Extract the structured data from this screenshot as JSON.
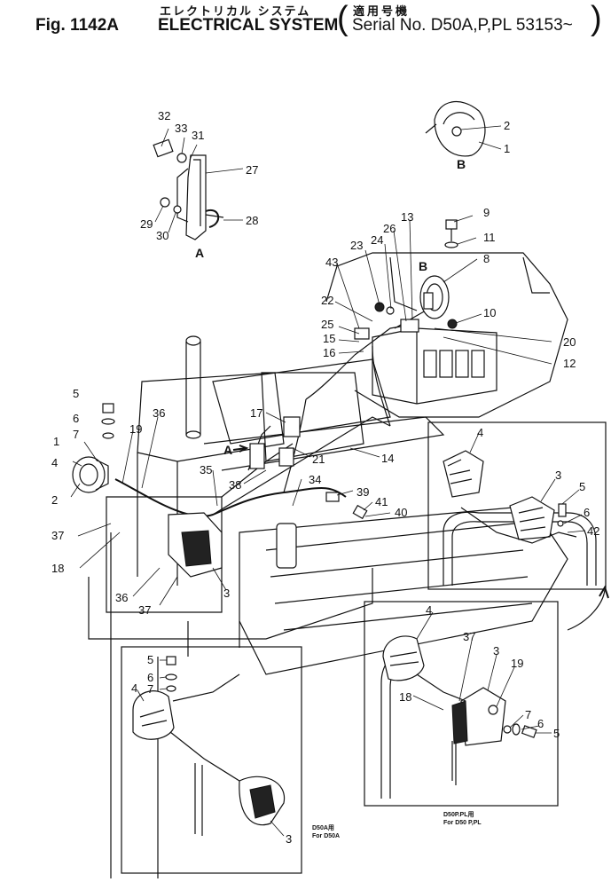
{
  "header": {
    "fig_no": "Fig. 1142A",
    "title_jp": "エレクトリカル システム",
    "title_en": "ELECTRICAL SYSTEM",
    "serial_jp": "適用号機",
    "serial_en": "Serial No. D50A,P,PL 53153~",
    "paren_open": "(",
    "paren_close": ")"
  },
  "views": {
    "a": "A",
    "b": "B"
  },
  "callouts": {
    "c1": "1",
    "c2": "2",
    "c3": "3",
    "c4": "4",
    "c5": "5",
    "c6": "6",
    "c7": "7",
    "c8": "8",
    "c9": "9",
    "c10": "10",
    "c11": "11",
    "c12": "12",
    "c13": "13",
    "c14": "14",
    "c15": "15",
    "c16": "16",
    "c17": "17",
    "c18": "18",
    "c19": "19",
    "c20": "20",
    "c21": "21",
    "c22": "22",
    "c23": "23",
    "c24": "24",
    "c25": "25",
    "c26": "26",
    "c27": "27",
    "c28": "28",
    "c29": "29",
    "c30": "30",
    "c31": "31",
    "c32": "32",
    "c33": "33",
    "c34": "34",
    "c35": "35",
    "c36": "36",
    "c37": "37",
    "c38": "38",
    "c39": "39",
    "c40": "40",
    "c41": "41",
    "c42": "42",
    "c43": "43"
  },
  "notes": {
    "d50a_jp": "D50A用",
    "d50a_en": "For D50A",
    "d50p_jp": "D50P.PL用",
    "d50p_en": "For D50 P,PL"
  }
}
